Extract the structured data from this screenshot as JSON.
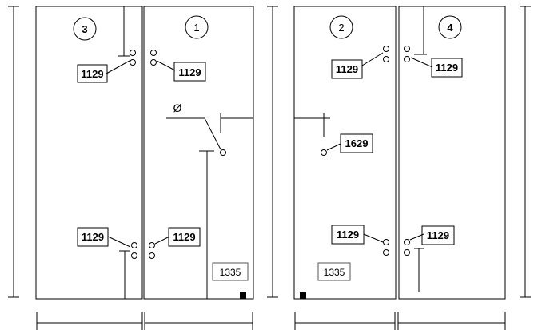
{
  "panels": [
    {
      "id": "panel-3",
      "number": "3"
    },
    {
      "id": "panel-1",
      "number": "1"
    },
    {
      "id": "panel-2",
      "number": "2"
    },
    {
      "id": "panel-4",
      "number": "4"
    }
  ],
  "hinge_code": "1129",
  "center_hole_code": "1629",
  "lock_code": "1335",
  "diameter_symbol": "Ø"
}
